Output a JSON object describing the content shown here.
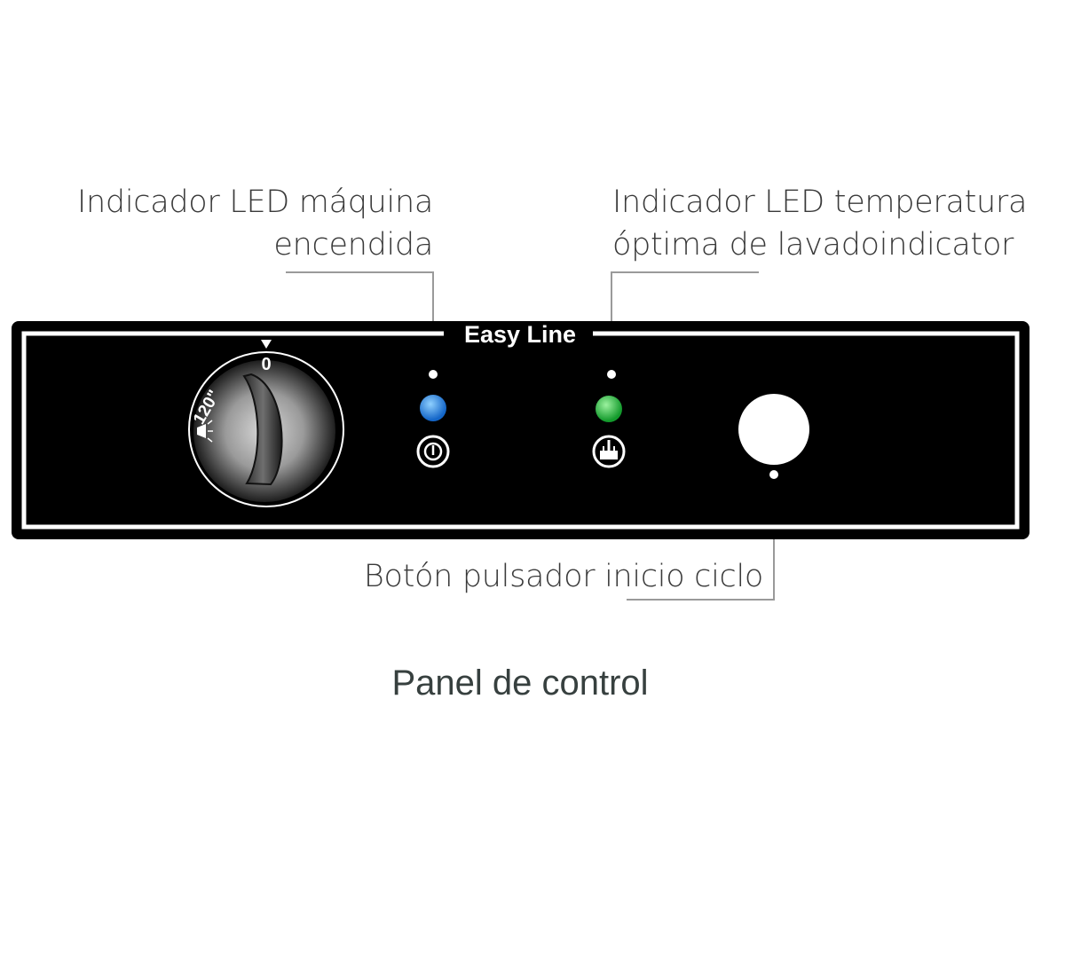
{
  "callouts": {
    "power_led": {
      "line1": "Indicador LED máquina",
      "line2": "encendida"
    },
    "temperature_led": {
      "line1": "Indicador LED temperatura",
      "line2": "óptima de lavadoindicator"
    },
    "start_button": {
      "text": "Botón pulsador inicio ciclo"
    }
  },
  "panel": {
    "brand": "Easy Line",
    "dial": {
      "zero_label": "0",
      "max_label": "120\""
    },
    "leds": {
      "power_color": "#1e7fe0",
      "temperature_color": "#20b43a"
    },
    "icons": {
      "power": "power-icon",
      "temperature": "water-temperature-icon",
      "wash": "spray-icon"
    }
  },
  "caption": "Panel de control",
  "colors": {
    "panel": "#000000",
    "text": "#3a3a3a",
    "leader_line": "#9a9a9a"
  }
}
